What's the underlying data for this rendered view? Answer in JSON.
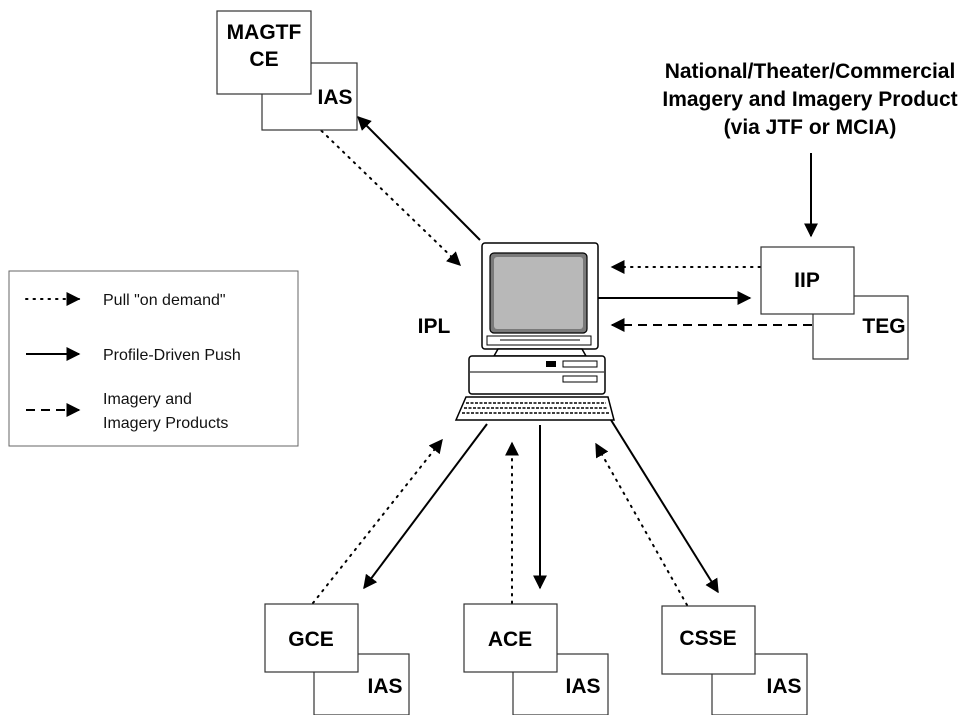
{
  "nodes": {
    "magtf_ce": {
      "line1": "MAGTF",
      "line2": "CE"
    },
    "magtf_ias": "IAS",
    "source": {
      "line1": "National/Theater/Commercial",
      "line2": "Imagery and Imagery Product",
      "line3": "(via JTF or MCIA)"
    },
    "iip": "IIP",
    "teg": "TEG",
    "ipl": "IPL",
    "gce": "GCE",
    "gce_ias": "IAS",
    "ace": "ACE",
    "ace_ias": "IAS",
    "csse": "CSSE",
    "csse_ias": "IAS"
  },
  "legend": {
    "pull": "Pull \"on demand\"",
    "push": "Profile-Driven Push",
    "imagery_line1": "Imagery and",
    "imagery_line2": "Imagery Products"
  },
  "connections": [
    {
      "from": "ipl",
      "to": "magtf_ce",
      "style": "solid"
    },
    {
      "from": "magtf_ce",
      "to": "ipl",
      "style": "dotted"
    },
    {
      "from": "source",
      "to": "iip",
      "style": "solid"
    },
    {
      "from": "iip",
      "to": "ipl",
      "style": "dotted"
    },
    {
      "from": "ipl",
      "to": "iip",
      "style": "solid"
    },
    {
      "from": "teg",
      "to": "ipl",
      "style": "dashed"
    },
    {
      "from": "ipl",
      "to": "gce",
      "style": "solid"
    },
    {
      "from": "gce",
      "to": "ipl",
      "style": "dotted"
    },
    {
      "from": "ipl",
      "to": "ace",
      "style": "solid"
    },
    {
      "from": "ace",
      "to": "ipl",
      "style": "dotted"
    },
    {
      "from": "ipl",
      "to": "csse",
      "style": "solid"
    },
    {
      "from": "csse",
      "to": "ipl",
      "style": "dotted"
    }
  ]
}
